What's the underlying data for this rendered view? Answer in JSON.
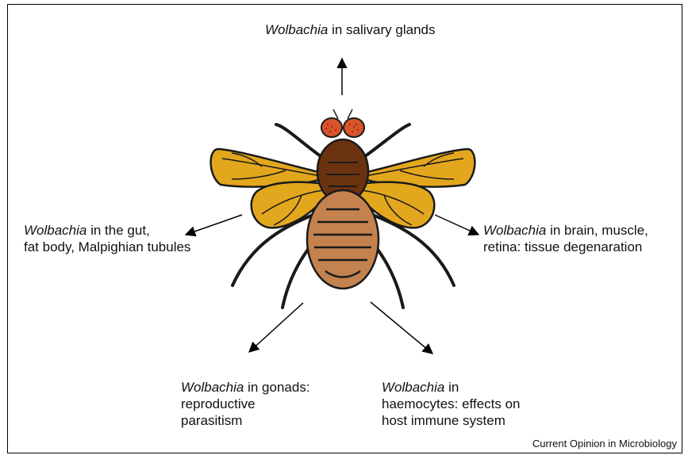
{
  "labels": {
    "salivary": {
      "em": "Wolbachia",
      "rest": " in salivary glands"
    },
    "gut": {
      "em": "Wolbachia",
      "rest": " in the gut,",
      "line2": "fat body, Malpighian tubules"
    },
    "brain": {
      "em": "Wolbachia",
      "rest": " in brain, muscle,",
      "line2": "retina: tissue degenaration"
    },
    "gonads": {
      "em": "Wolbachia",
      "rest": " in gonads:",
      "line2": "reproductive",
      "line3": "parasitism"
    },
    "haemocytes": {
      "em": "Wolbachia",
      "rest": " in",
      "line2": "haemocytes: effects on",
      "line3": "host immune system"
    }
  },
  "credit": "Current Opinion in Microbiology",
  "colors": {
    "wing": "#e3a71d",
    "thorax": "#6b3210",
    "abdomen": "#c4824e",
    "eye": "#d9542b",
    "outline": "#1a1a1a"
  }
}
